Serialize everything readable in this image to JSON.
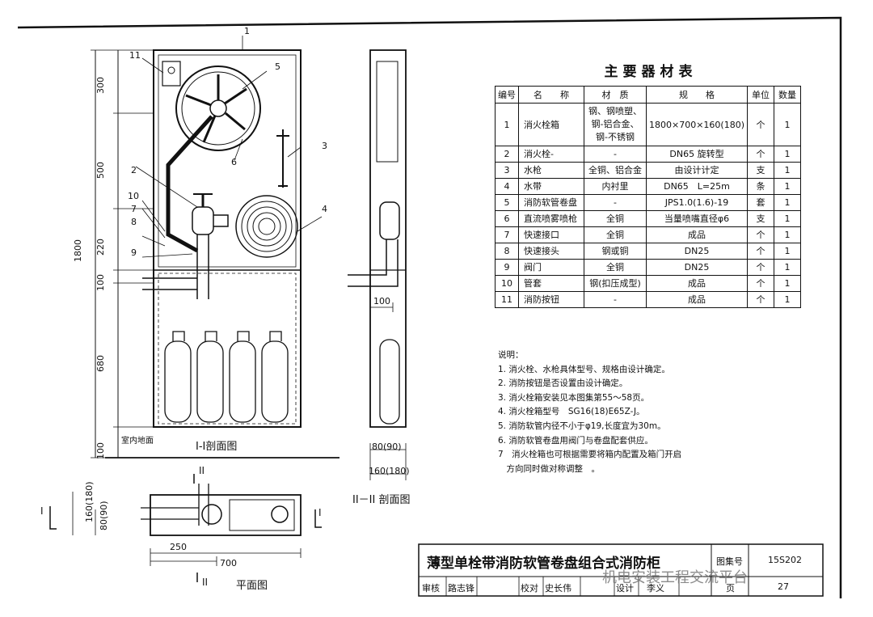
{
  "table": {
    "title": "主要器材表",
    "headers": [
      "编号",
      "名　　称",
      "材　质",
      "规　　格",
      "单位",
      "数量"
    ],
    "rows": [
      {
        "no": "1",
        "name": "消火栓箱",
        "material": "钢、钢喷塑、钢-铝合金、钢-不锈钢",
        "spec": "1800×700×160(180)",
        "unit": "个",
        "qty": "1"
      },
      {
        "no": "2",
        "name": "消火栓-",
        "material": "-",
        "spec": "DN65 旋转型",
        "unit": "个",
        "qty": "1"
      },
      {
        "no": "3",
        "name": "水枪",
        "material": "全铜、铝合金",
        "spec": "由设计计定",
        "unit": "支",
        "qty": "1"
      },
      {
        "no": "4",
        "name": "水带",
        "material": "内衬里",
        "spec": "DN65　L=25m",
        "unit": "条",
        "qty": "1"
      },
      {
        "no": "5",
        "name": "消防软管卷盘",
        "material": "-",
        "spec": "JPS1.0(1.6)-19",
        "unit": "套",
        "qty": "1"
      },
      {
        "no": "6",
        "name": "直流喷雾喷枪",
        "material": "全铜",
        "spec": "当量喷嘴直径φ6",
        "unit": "支",
        "qty": "1"
      },
      {
        "no": "7",
        "name": "快速接口",
        "material": "全铜",
        "spec": "成品",
        "unit": "个",
        "qty": "1"
      },
      {
        "no": "8",
        "name": "快速接头",
        "material": "钢或铜",
        "spec": "DN25",
        "unit": "个",
        "qty": "1"
      },
      {
        "no": "9",
        "name": "阀门",
        "material": "全铜",
        "spec": "DN25",
        "unit": "个",
        "qty": "1"
      },
      {
        "no": "10",
        "name": "管套",
        "material": "钢(扣压成型)",
        "spec": "成品",
        "unit": "个",
        "qty": "1"
      },
      {
        "no": "11",
        "name": "消防按钮",
        "material": "-",
        "spec": "成品",
        "unit": "个",
        "qty": "1"
      }
    ]
  },
  "notes": {
    "title": "说明：",
    "items": [
      "1. 消火栓、水枪具体型号、规格由设计确定。",
      "2. 消防按钮是否设置由设计确定。",
      "3. 消火栓箱安装见本图集第55～58页。",
      "4. 消火栓箱型号　SG16(18)E65Z-J。",
      "5. 消防软管内径不小于φ19,长度宜为30m。",
      "6. 消防软管卷盘用阀门与卷盘配套供应。",
      "7　消火栓箱也可根据需要将箱内配置及箱门开启",
      "　方向同时做对称调整　。"
    ]
  },
  "drawing": {
    "section1_label": "I-I剖面图",
    "section2_label": "II－II 剖面图",
    "plan_label": "平面图",
    "floor_label": "室内地面",
    "dims_vertical": [
      "300",
      "500",
      "220",
      "100",
      "680",
      "100"
    ],
    "dim_total": "1800",
    "dim_100_side": "100",
    "dim_80": "80(90)",
    "dim_160": "160(180)",
    "dim_250": "250",
    "dim_700": "700",
    "plan_dim_160": "160(180)",
    "plan_dim_80": "80(90)",
    "callouts": [
      "1",
      "2",
      "3",
      "4",
      "5",
      "6",
      "7",
      "8",
      "9",
      "10",
      "11"
    ],
    "cut_I": "I",
    "cut_II": "II"
  },
  "title_block": {
    "title": "薄型单栓带消防软管卷盘组合式消防柜",
    "atlas_label": "图集号",
    "atlas_no": "15S202",
    "page_label": "页",
    "page_no": "27",
    "row": [
      "审核",
      "路志锋",
      "校对",
      "史长伟",
      "设计",
      "李义"
    ]
  },
  "watermark": "机电安装工程交流平台"
}
